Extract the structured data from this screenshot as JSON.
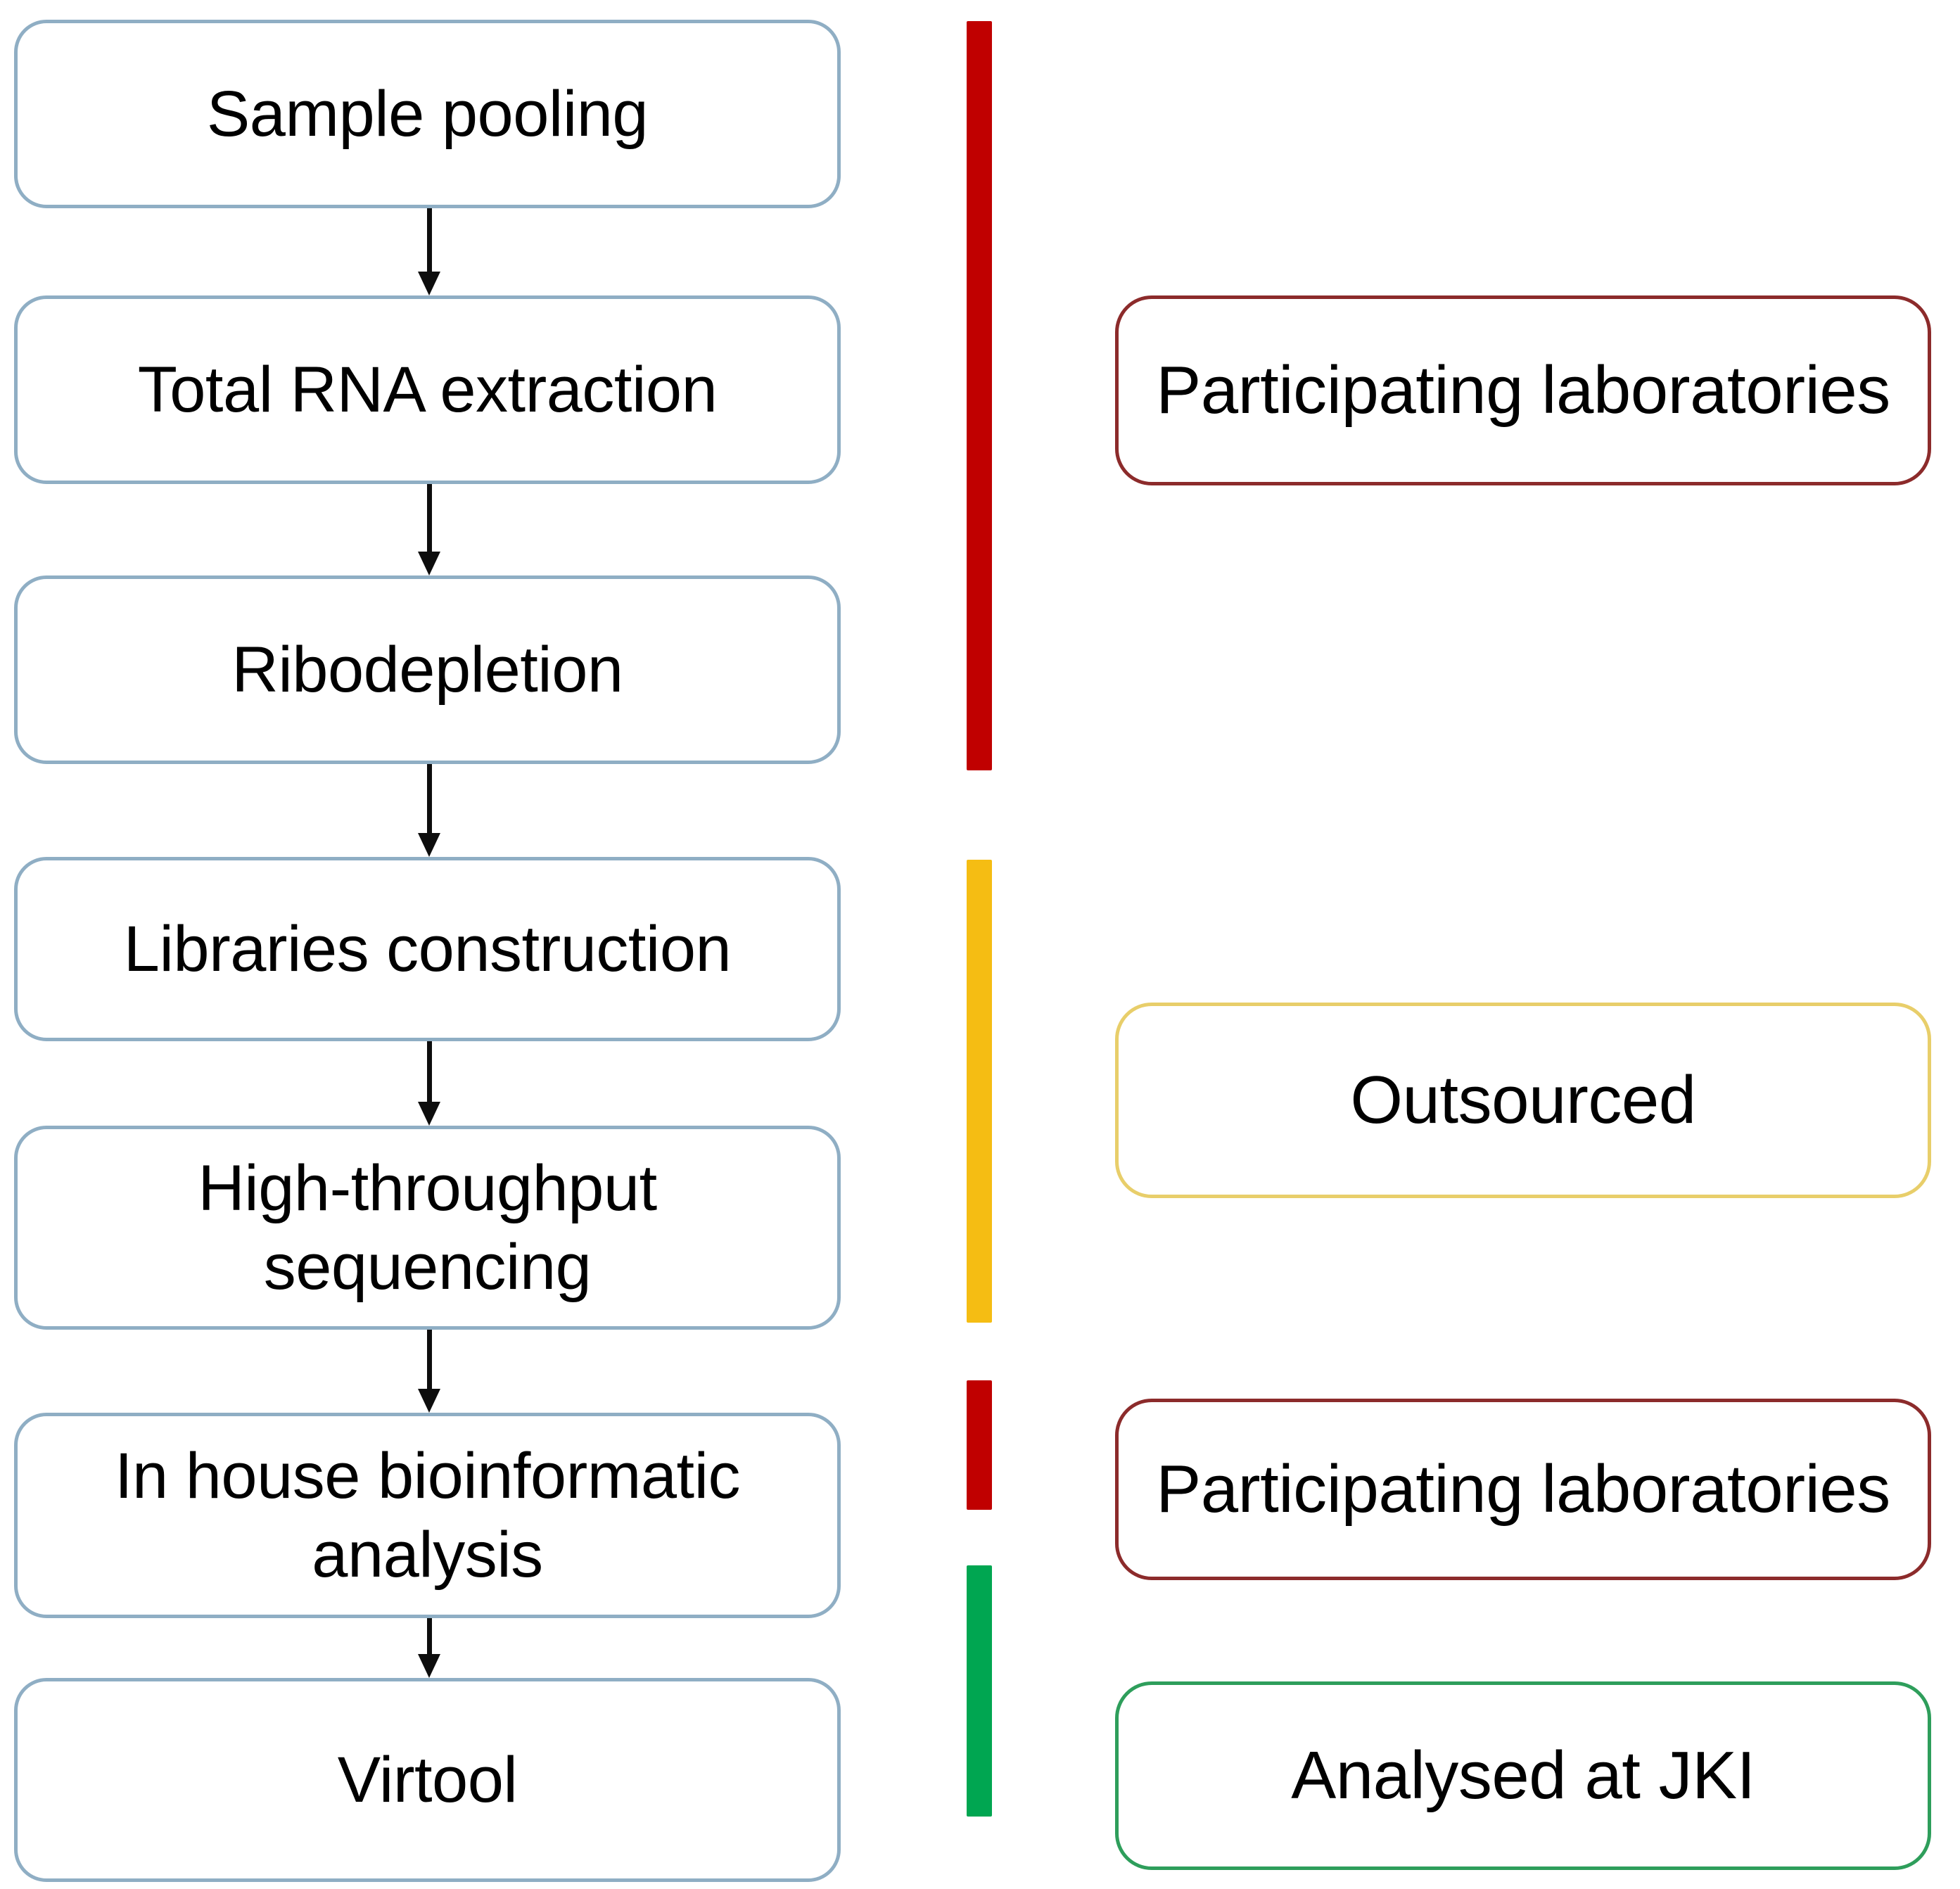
{
  "diagram": {
    "title": "Sequencing workflow responsibility flowchart",
    "flow_steps": [
      {
        "id": "sample-pooling",
        "label": "Sample pooling"
      },
      {
        "id": "total-rna-extraction",
        "label": "Total RNA extraction"
      },
      {
        "id": "ribodepletion",
        "label": "Ribodepletion"
      },
      {
        "id": "libraries-construction",
        "label": "Libraries construction"
      },
      {
        "id": "high-throughput-sequencing",
        "label": "High-throughput\nsequencing"
      },
      {
        "id": "in-house-bioinformatic-analysis",
        "label": "In house bioinformatic\nanalysis"
      },
      {
        "id": "virtool",
        "label": "Virtool"
      }
    ],
    "connectors": [
      {
        "from": "sample-pooling",
        "to": "total-rna-extraction"
      },
      {
        "from": "total-rna-extraction",
        "to": "ribodepletion"
      },
      {
        "from": "ribodepletion",
        "to": "libraries-construction"
      },
      {
        "from": "libraries-construction",
        "to": "high-throughput-sequencing"
      },
      {
        "from": "high-throughput-sequencing",
        "to": "in-house-bioinformatic-analysis"
      },
      {
        "from": "in-house-bioinformatic-analysis",
        "to": "virtool"
      }
    ],
    "category_bars": [
      {
        "id": "bar-participating-1",
        "color": "#C00000"
      },
      {
        "id": "bar-outsourced",
        "color": "#F5BD13"
      },
      {
        "id": "bar-participating-2",
        "color": "#C00000"
      },
      {
        "id": "bar-jki",
        "color": "#00A council"
      }
    ],
    "legend_boxes": [
      {
        "id": "participating-laboratories-1",
        "label": "Participating laboratories",
        "color": "#8C2B2B"
      },
      {
        "id": "outsourced",
        "label": "Outsourced",
        "color": "#E8CE6A"
      },
      {
        "id": "participating-laboratories-2",
        "label": "Participating laboratories",
        "color": "#8C2B2B"
      },
      {
        "id": "analysed-at-jki",
        "label": "Analysed at JKI",
        "color": "#2E9E5B"
      }
    ],
    "colors": {
      "flow_box_border": "#8FAEC4",
      "arrow": "#0D0D0D",
      "text": "#000000",
      "background": "#FFFFFF",
      "red_bar": "#C00000",
      "yellow_bar": "#F5BD13",
      "green_bar": "#00A651",
      "red_box_border": "#8C2B2B",
      "yellow_box_border": "#E8CE6A",
      "green_box_border": "#2E9E5B"
    }
  }
}
